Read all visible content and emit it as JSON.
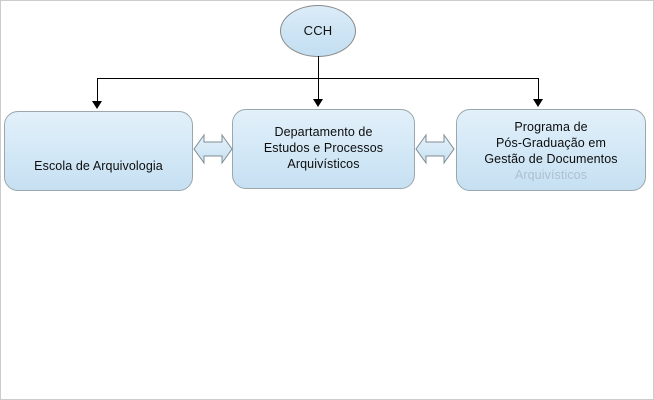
{
  "diagram": {
    "title_node": {
      "id": "cch",
      "label": "CCH",
      "shape": "ellipse"
    },
    "boxes": [
      {
        "id": "escola-arquivologia",
        "lines": [
          "Escola de Arquivologia"
        ],
        "shape": "rounded-rectangle"
      },
      {
        "id": "departamento-estudos-processos-arquivisticos",
        "lines": [
          "Departamento de",
          "Estudos e Processos",
          "Arquivísticos"
        ],
        "shape": "rounded-rectangle"
      },
      {
        "id": "programa-pos-graduacao-gestao-documentos",
        "lines": [
          "Programa de",
          "Pós-Graduação em",
          "Gestão de Documentos"
        ],
        "clipped_line": "Arquivísticos",
        "shape": "rounded-rectangle"
      }
    ],
    "connectors": {
      "tree": "CCH branches down to the three units",
      "bidirectional": [
        {
          "between": [
            "escola-arquivologia",
            "departamento-estudos-processos-arquivisticos"
          ],
          "glyph": "double-headed-arrow"
        },
        {
          "between": [
            "departamento-estudos-processos-arquivisticos",
            "programa-pos-graduacao-gestao-documentos"
          ],
          "glyph": "double-headed-arrow"
        }
      ]
    },
    "colors": {
      "node_fill_top": "#e2f0fa",
      "node_fill_bottom": "#c6e0f2",
      "node_border": "#9aa7ad",
      "ellipse_border": "#8a8a8a",
      "connector": "#000000",
      "canvas": "#ffffff"
    }
  }
}
